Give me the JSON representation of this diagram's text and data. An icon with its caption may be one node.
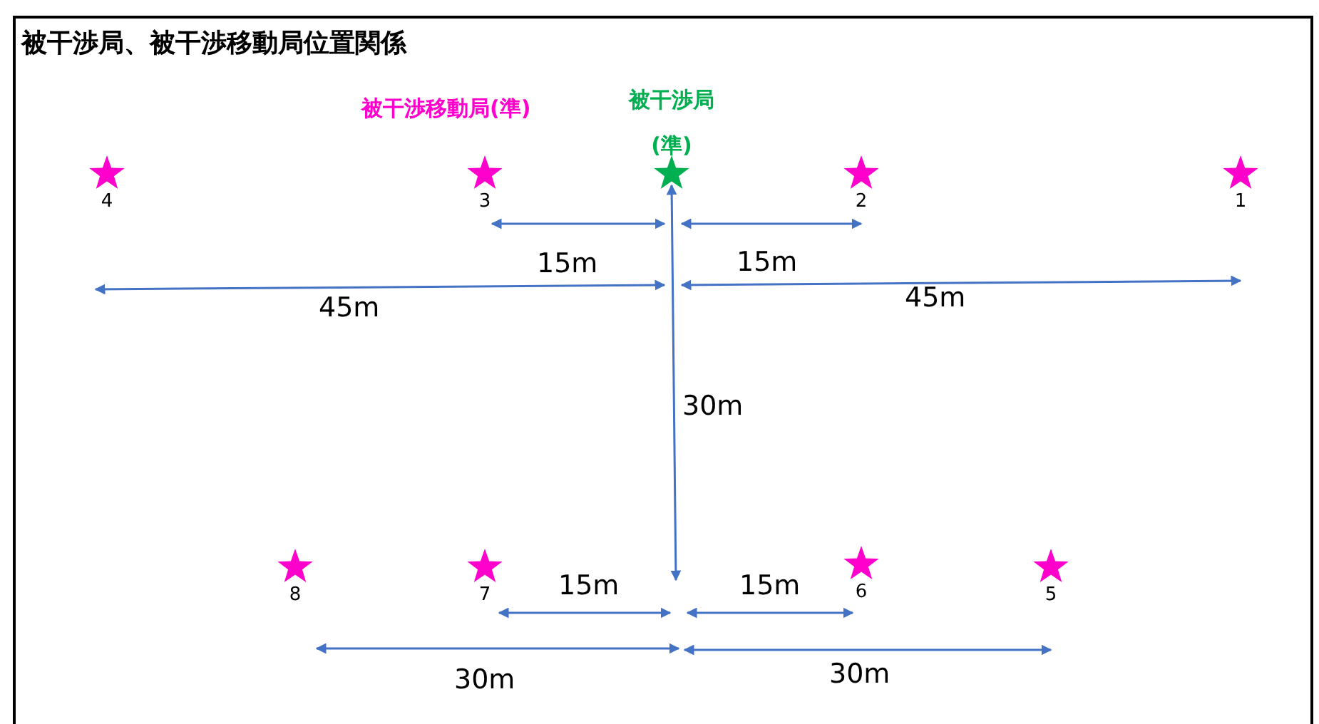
{
  "diagram": {
    "title": "被干渉局、被干渉移動局位置関係",
    "nodes": [
      {
        "text": [
          "4"
        ]
      },
      {
        "text": [
          "3"
        ]
      },
      {
        "text": [
          "被干渉局(準)"
        ]
      },
      {
        "text": [
          "2"
        ]
      },
      {
        "text": [
          "1"
        ]
      },
      {
        "text": [
          "8"
        ]
      },
      {
        "text": [
          "7"
        ]
      },
      {
        "text": [
          "6"
        ]
      },
      {
        "text": [
          "5"
        ]
      }
    ],
    "labels": [
      "被干渉移動局(準)",
      "15m",
      "15m",
      "45m",
      "45m",
      "30m",
      "15m",
      "15m",
      "30m",
      "30m"
    ]
  }
}
